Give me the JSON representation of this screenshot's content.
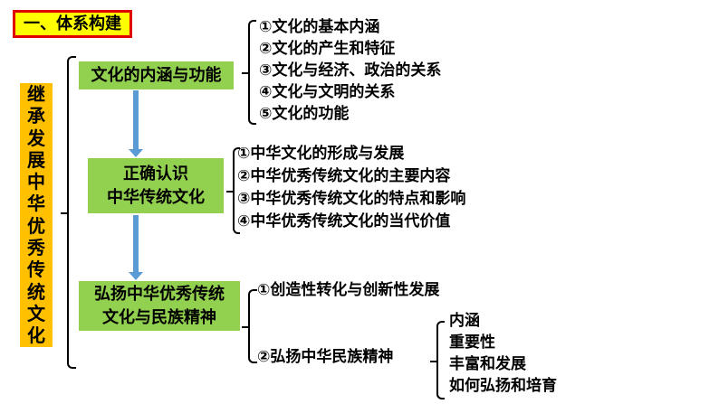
{
  "title": "一、体系构建",
  "root": "继承发展中华优秀传统文化",
  "nodes": [
    {
      "label": "文化的内涵与功能",
      "items": [
        "①文化的基本内涵",
        "②文化的产生和特征",
        "③文化与经济、政治的关系",
        "④文化与文明的关系",
        "⑤文化的功能"
      ]
    },
    {
      "label_lines": [
        "正确认识",
        "中华传统文化"
      ],
      "items": [
        "①中华文化的形成与发展",
        "②中华优秀传统文化的主要内容",
        "③中华优秀传统文化的特点和影响",
        "④中华优秀传统文化的当代价值"
      ]
    },
    {
      "label_lines": [
        "弘扬中华优秀传统",
        "文化与民族精神"
      ],
      "items": [
        "①创造性转化与创新性发展",
        "②弘扬中华民族精神"
      ],
      "subitems": [
        "内涵",
        "重要性",
        "丰富和发展",
        "如何弘扬和培育"
      ]
    }
  ]
}
